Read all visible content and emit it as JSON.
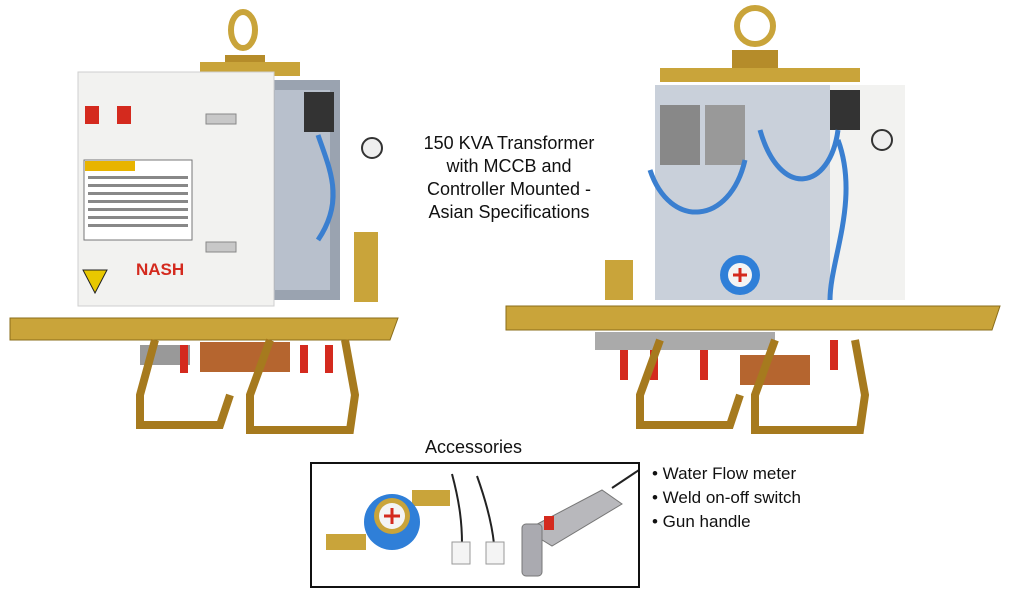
{
  "caption": {
    "line1": "150 KVA Transformer",
    "line2": "with MCCB and",
    "line3": "Controller Mounted -",
    "line4": "Asian Specifications"
  },
  "unit_brand": "NASH",
  "accessories": {
    "title": "Accessories",
    "items": [
      "• Water Flow meter",
      "• Weld on-off switch",
      "• Gun handle"
    ]
  },
  "colors": {
    "brass": "#c9a43a",
    "cabinet": "#f2f2f0",
    "hose": "#3a7fd0",
    "copper": "#b5652f",
    "brand_red": "#d42a1e"
  }
}
